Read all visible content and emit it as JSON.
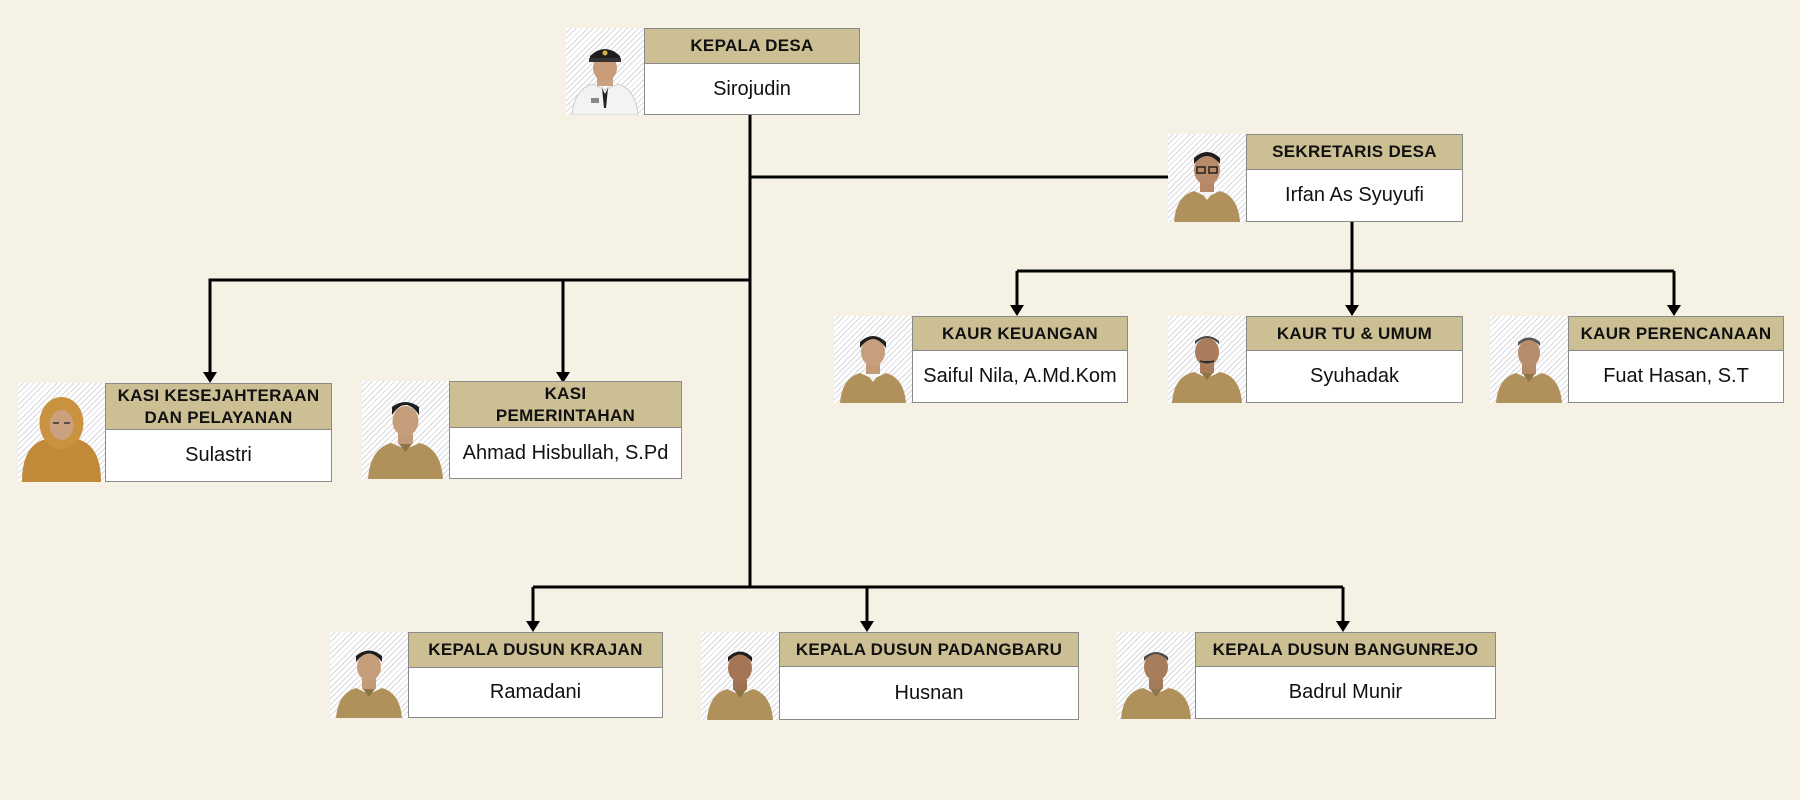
{
  "palette": {
    "background": "#f5f1e5",
    "title_bar": "#cdbf94",
    "connector": "#000000",
    "uniform": "#b0915c"
  },
  "positions": {
    "kepala_desa": {
      "title": "KEPALA DESA",
      "name": "Sirojudin",
      "photo_icon": "official-portrait-icon"
    },
    "sekretaris_desa": {
      "title": "SEKRETARIS DESA",
      "name": "Irfan As Syuyufi",
      "photo_icon": "staff-portrait-icon"
    },
    "kaur_keuangan": {
      "title": "KAUR KEUANGAN",
      "name": "Saiful Nila, A.Md.Kom",
      "photo_icon": "staff-portrait-icon"
    },
    "kaur_tu_umum": {
      "title": "KAUR TU & UMUM",
      "name": "Syuhadak",
      "photo_icon": "staff-portrait-icon"
    },
    "kaur_perencanaan": {
      "title": "KAUR PERENCANAAN",
      "name": "Fuat Hasan, S.T",
      "photo_icon": "staff-portrait-icon"
    },
    "kasi_kesejahteraan": {
      "title_lines": [
        "KASI KESEJAHTERAAN",
        "DAN PELAYANAN"
      ],
      "name": "Sulastri",
      "photo_icon": "staff-portrait-icon"
    },
    "kasi_pemerintahan": {
      "title_lines": [
        "KASI",
        "PEMERINTAHAN"
      ],
      "name": "Ahmad Hisbullah, S.Pd",
      "photo_icon": "staff-portrait-icon"
    },
    "kadus_krajan": {
      "title": "KEPALA DUSUN KRAJAN",
      "name": "Ramadani",
      "photo_icon": "staff-portrait-icon"
    },
    "kadus_padangbaru": {
      "title": "KEPALA DUSUN PADANGBARU",
      "name": "Husnan",
      "photo_icon": "staff-portrait-icon"
    },
    "kadus_bangunrejo": {
      "title": "KEPALA DUSUN BANGUNREJO",
      "name": "Badrul Munir",
      "photo_icon": "staff-portrait-icon"
    }
  }
}
